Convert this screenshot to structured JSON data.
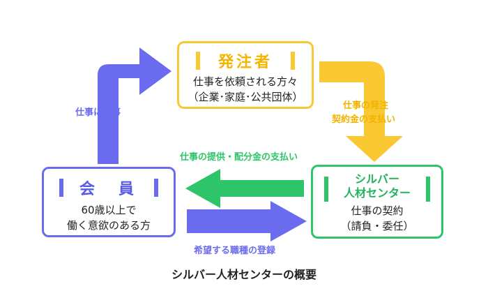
{
  "orderer": {
    "title": "発注者",
    "line1": "仕事を依頼される方々",
    "line2": "（企業･家庭･公共団体）"
  },
  "member": {
    "title": "会　員",
    "line1": "60歳以上で",
    "line2": "働く意欲のある方"
  },
  "center": {
    "title_line1": "シルバー",
    "title_line2": "人材センター",
    "line1": "仕事の契約",
    "line2": "（請負・委任）"
  },
  "flows": {
    "work_engagement": "仕事に従事",
    "order_line1": "仕事の発注",
    "order_line2": "契約金の支払い",
    "provision_payment": "仕事の提供・配分金の支払い",
    "registration": "希望する職種の登録"
  },
  "caption": "シルバー人材センターの概要",
  "colors": {
    "purple": "#6b6bf0",
    "yellow": "#fac832",
    "green": "#2ec46a"
  }
}
